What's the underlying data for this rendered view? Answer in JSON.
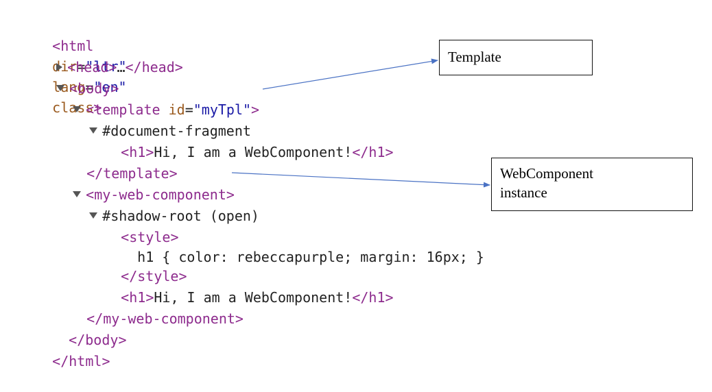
{
  "dom_tree": {
    "html_open": {
      "tag": "html",
      "attr1_name": "dir",
      "attr1_value": "\"ltr\"",
      "attr2_name": "lang",
      "attr2_value": "\"en\"",
      "attr3_name": "class"
    },
    "head": {
      "tag_open": "head",
      "ellipsis": "…",
      "tag_close": "/head"
    },
    "body_open": "body",
    "template_open": {
      "tag": "template",
      "attr_name": "id",
      "attr_value": "\"myTpl\""
    },
    "doc_fragment": "#document-fragment",
    "h1_tpl": {
      "tag_open": "h1",
      "text": "Hi, I am a WebComponent!",
      "tag_close": "/h1"
    },
    "template_close": "/template",
    "component_open": "my-web-component",
    "shadow_root": "#shadow-root (open)",
    "style_open": "style",
    "style_rule": "h1 { color: rebeccapurple; margin: 16px; }",
    "style_close": "/style",
    "h1_shadow": {
      "tag_open": "h1",
      "text": "Hi, I am a WebComponent!",
      "tag_close": "/h1"
    },
    "component_close": "/my-web-component",
    "body_close": "/body",
    "html_close": "/html"
  },
  "callouts": {
    "template_label": "Template",
    "webcomponent_label_line1": "WebComponent",
    "webcomponent_label_line2": "instance"
  },
  "colors": {
    "tag": "#8d2b8d",
    "attribute": "#9a5a1e",
    "value": "#1a1aa6",
    "arrow": "#4a72c4"
  }
}
